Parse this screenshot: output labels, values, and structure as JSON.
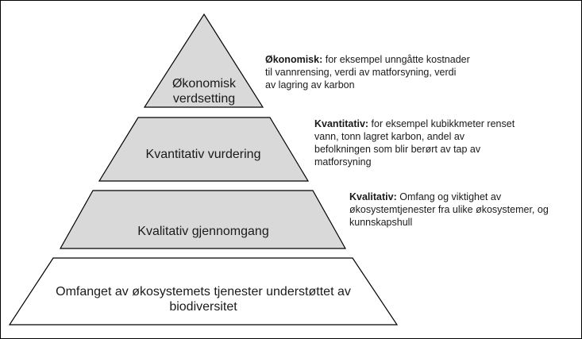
{
  "tiers": [
    {
      "label_lines": [
        "Økonomisk",
        "verdsetting"
      ],
      "fill": "#d9d9d9"
    },
    {
      "label_lines": [
        "Kvantitativ vurdering"
      ],
      "fill": "#d9d9d9"
    },
    {
      "label_lines": [
        "Kvalitativ gjennomgang"
      ],
      "fill": "#d9d9d9"
    },
    {
      "label_lines": [
        "Omfanget av økosystemets tjenester understøttet av",
        "biodiversitet"
      ],
      "fill": "#ffffff"
    }
  ],
  "descriptions": [
    {
      "heading": "Økonomisk:",
      "lines": [
        " for eksempel unngåtte kostnader",
        "til vannrensing, verdi av matforsyning, verdi",
        "av lagring av karbon"
      ]
    },
    {
      "heading": "Kvantitativ:",
      "lines": [
        " for eksempel kubikkmeter renset",
        "vann, tonn lagret karbon, andel av",
        "befolkningen som blir berørt av tap av",
        "matforsyning"
      ]
    },
    {
      "heading": "Kvalitativ:",
      "lines": [
        " Omfang og viktighet av",
        "økosystemtjenester fra ulike økosystemer, og",
        "kunnskapshull"
      ]
    }
  ]
}
